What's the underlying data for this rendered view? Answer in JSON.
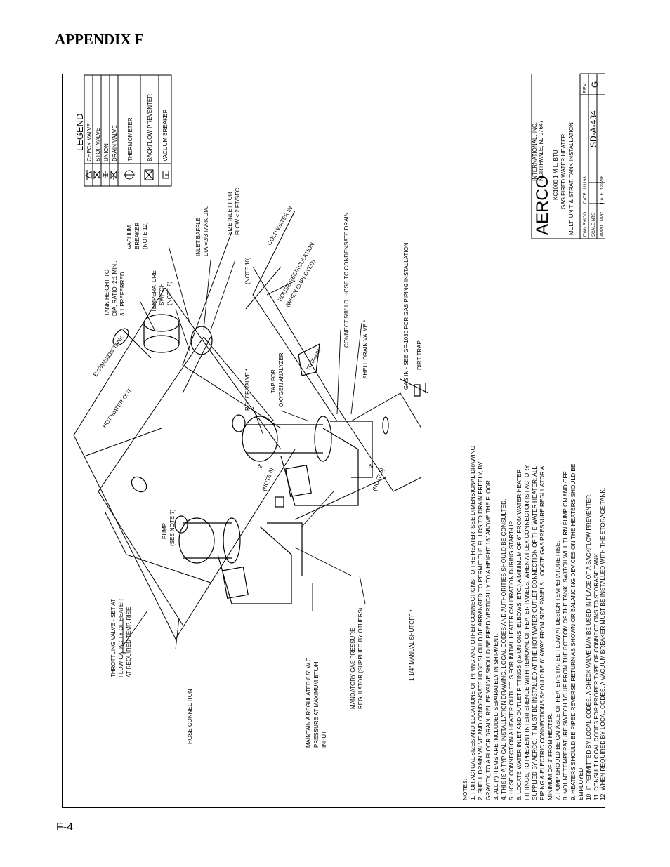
{
  "page": {
    "heading": "APPENDIX F",
    "page_number": "F-4"
  },
  "legend": {
    "title": "LEGEND",
    "items": [
      "CHECK VALVE",
      "STOP VALVE",
      "UNION",
      "DRAIN VALVE",
      "THERMOMETER",
      "BACKFLOW PREVENTER",
      "VACUUM BREAKER"
    ]
  },
  "title_block": {
    "company": "AERCO",
    "company_full": "INTERNATIONAL, INC.",
    "address": "NORTHVALE, NJ  07647",
    "line1": "KC1000 1 MIL. BTU",
    "line2": "GAS FIRED WATER HEATER",
    "line3": "MULT. UNIT & STRAT. TANK INSTALLATION",
    "dwn_by": "DWN BY",
    "dwn_val": "SCO",
    "date_label": "DATE",
    "date1": "111198",
    "scale": "SCALE",
    "scale_val": "NTS",
    "appd": "APPD.",
    "appd_val": "MPC",
    "date2": "122298",
    "drawing_no": "SD-A-434",
    "rev_label": "REV.",
    "rev": "G"
  },
  "callouts": {
    "throttling": [
      "THROTTLING VALVE - SET AT",
      "FLOW CAPACITY OF HEATER",
      "AT REQUIRED TEMP. RISE"
    ],
    "hose": "HOSE CONNECTION",
    "maintain": [
      "MAINTAIN A REGULATED 8.5\" W.C.",
      "PRESSURE AT MAXIMUM BTU/H",
      "INPUT"
    ],
    "regulator": [
      "MANDATORY GAS PRESSURE",
      "REGULATOR (SUPPLIED BY OTHERS)"
    ],
    "shutoff": "1-1/4\" MANUAL SHUTOFF *",
    "pump": [
      "PUMP",
      "(SEE NOTE 7)"
    ],
    "hot_water": "HOT WATER OUT",
    "expansion": "EXPANSION TANK",
    "tank_height": [
      "TANK HEIGHT TO",
      "DIA. RATIO: 2:1 MIN.,",
      "3:1 PREFERRED"
    ],
    "temp_switch": [
      "TEMPERATURE",
      "SWITCH",
      "(NOTE 8)"
    ],
    "vacuum": [
      "VACUUM",
      "BREAKER",
      "(NOTE 12)"
    ],
    "baffle": [
      "INLET BAFFLE",
      "DIA.=2/3 TANK DIA."
    ],
    "size_inlet": [
      "SIZE INLET FOR",
      "FLOW < 2 FT/SEC"
    ],
    "cold_water": "COLD WATER IN",
    "note10": "(NOTE 10)",
    "house_recirc": [
      "HOUSE RECIRCULATION",
      "(WHEN EMPLOYED)"
    ],
    "relief": "RELIEF VALVE *",
    "tap": [
      "TAP FOR",
      "OXYGEN ANALYZER"
    ],
    "connect": "CONNECT 5/8\" I.D. HOSE TO CONDENSATE DRAIN",
    "shell_drain": "SHELL DRAIN VALVE *",
    "gas_in": "GAS IN - SEE GF-1030 FOR GAS PIPING INSTALLATION",
    "dirt_trap": "DIRT TRAP",
    "to_drain": "TO DRAIN",
    "note6a": "(NOTE 6)",
    "note6b": "(NOTE 6)",
    "two_a": "2'",
    "two_b": "2'"
  },
  "notes": [
    "NOTES:",
    "1. FOR ACTUAL SIZES AND LOCATIONS OF PIPING AND OTHER CONNECTIONS TO THE HEATER, SEE DIMENSIONAL DRAWING",
    "2. SHELL DRAIN VALVE AND CONDENSATE HOSE SHOULD BE ARRANGED TO PERMIT THE FLUIDS TO DRAIN FREELY, BY",
    "   GRAVITY, TO A FLOOR DRAIN. RELIEF VALVE SHOULD BE PIPED VERTICALLY TO A HEIGHT 18\" ABOVE THE FLOOR.",
    "3. ALL (*) ITEMS ARE INCLUDED SEPARATELY IN SHIPMENT.",
    "4. THIS IS A TYPICAL INSTALLATION DRAWING. LOCAL CODES AND AUTHORITIES SHOULD BE CONSULTED.",
    "5. HOSE CONNECTION A HEATER OUTLET IS FOR INITIAL HEATER CALIBRATION DURING START-UP.",
    "6. LOCATE WATER INLET AND OUTLET FITTINGS (i.e.UNIONS, ELBOWS, ETC.) A MINIMUM OF 6\" FROM WATER HEATER",
    "   FITTINGS, TO PREVENT INTERFERENCE WITH REMOVAL OF HEATER PANELS. WHEN A FLEX CONNECTOR IS FACTORY",
    "   SUPPLIED BY AERCO, IT MUST BE INSTALLED AT THE HOT WATER OUTLET CONNECTION OF THE WATER HEATER. ALL",
    "   PIPING & ELECTRIC CONNECTIONS SHOULD BE 6\" AWAY FROM SIDE PANELS. LOCATE GAS PRESSURE REGULATOR A",
    "   MINIMUM OF 2' FROM HEATER.",
    "7. PUMP SHOULD BE CAPABLE OF HEATER'S RATED FLOW AT DESIGN TEMPERATURE RISE.",
    "8. MOUNT TEMPERATURE SWITCH 1/3 UP FROM THE BOTTOM OF THE TANK. SWITCH WILL TURN PUMP ON AND OFF.",
    "9. HEATERS SHOULD BE PIPED REVERSE RETURN AS SHOWN OR BALANCING DEVICES ON THE HEATERS SHOULD BE",
    "   EMPLOYED.",
    "10. IF PERMITTED BY LOCAL CODES, A CHECK VALVE MAY BE USED IN PLACE OF A BACKFLOW PREVENTER.",
    "11. CONSULT LOCAL CODES FOR PROPER TYPE OF CONNECTIONS TO STORAGE TANK.",
    "12. WHEN REQUIRED BY LOCAL CODES, A VACUUM BREAKER MUST BE INSTALLED WITH THE STORAGE TANK."
  ]
}
